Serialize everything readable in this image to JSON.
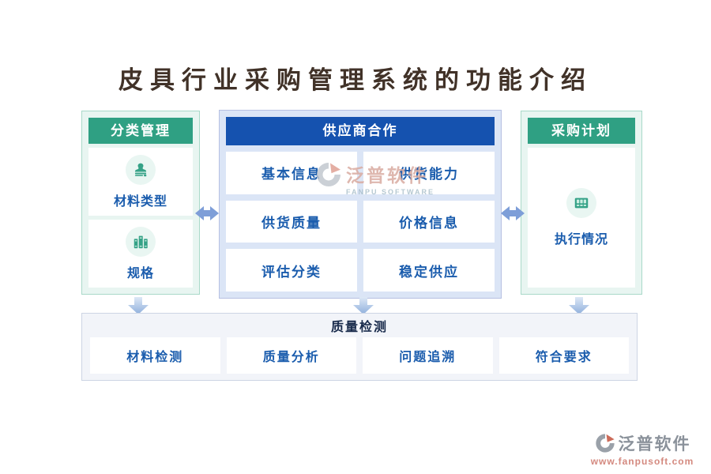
{
  "title": "皮具行业采购管理系统的功能介绍",
  "panels": {
    "left": {
      "header": "分类管理",
      "items": [
        {
          "label": "材料类型",
          "icon": "stamp-icon"
        },
        {
          "label": "规格",
          "icon": "binders-icon"
        }
      ]
    },
    "center": {
      "header": "供应商合作",
      "items": [
        "基本信息",
        "供货能力",
        "供货质量",
        "价格信息",
        "评估分类",
        "稳定供应"
      ]
    },
    "right": {
      "header": "采购计划",
      "items": [
        {
          "label": "执行情况",
          "icon": "grid-icon"
        }
      ]
    },
    "bottom": {
      "header": "质量检测",
      "items": [
        "材料检测",
        "质量分析",
        "问题追溯",
        "符合要求"
      ]
    }
  },
  "watermark": {
    "name": "泛普软件",
    "subtitle": "FANPU SOFTWARE"
  },
  "footer_logo": {
    "name": "泛普软件",
    "url": "www.fanpusoft.com"
  },
  "colors": {
    "green_header": "#2fa083",
    "blue_header": "#1552af",
    "item_text": "#1a5cad",
    "mint_bg": "#e8f5f1",
    "blue_bg": "#dbe5f6",
    "arrow_blue": "#7e9ed8",
    "title_text": "#413228"
  }
}
